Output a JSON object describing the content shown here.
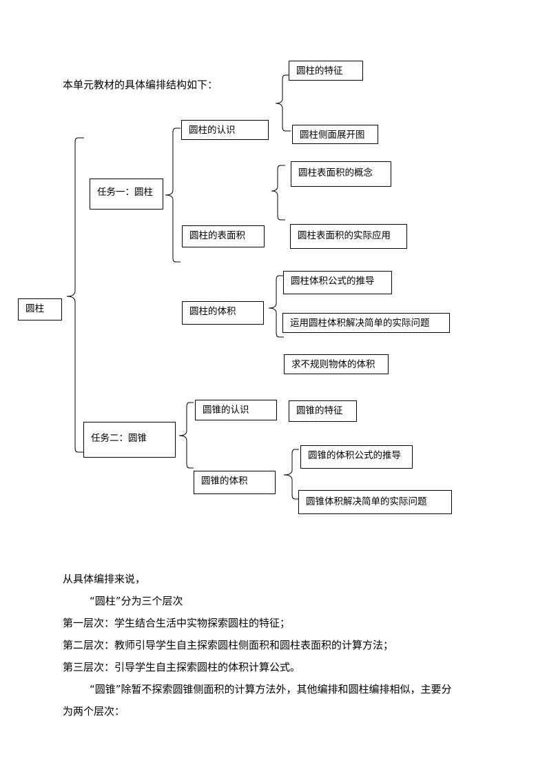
{
  "intro": "本单元教材的具体编排结构如下：",
  "tree": {
    "root": "圆柱",
    "task1": "任务一：圆柱",
    "task2": "任务二：圆锥",
    "t1_know": "圆柱的认识",
    "t1_surface": "圆柱的表面积",
    "t1_volume": "圆柱的体积",
    "know_feature": "圆柱的特征",
    "know_net": "圆柱侧面展开图",
    "surface_concept": "圆柱表面积的概念",
    "surface_app": "圆柱表面积的实际应用",
    "volume_derive": "圆柱体积公式的推导",
    "volume_apply": "运用圆柱体积解决简单的实际问题",
    "volume_irregular": "求不规则物体的体积",
    "t2_know": "圆锥的认识",
    "t2_volume": "圆锥的体积",
    "cone_feature": "圆锥的特征",
    "cone_derive": "圆锥的体积公式的推导",
    "cone_apply": "圆锥体积解决简单的实际问题"
  },
  "paragraphs": {
    "p1": "从具体编排来说，",
    "p2": "“圆柱”分为三个层次",
    "p3": "第一层次：学生结合生活中实物探索圆柱的特征；",
    "p4": "第二层次：教师引导学生自主探索圆柱侧面积和圆柱表面积的计算方法；",
    "p5": "第三层次：引导学生自主探索圆柱的体积计算公式。",
    "p6": "“圆锥”除暂不探索圆锥侧面积的计算方法外，其他编排和圆柱编排相似，主要分",
    "p7": "为两个层次："
  }
}
